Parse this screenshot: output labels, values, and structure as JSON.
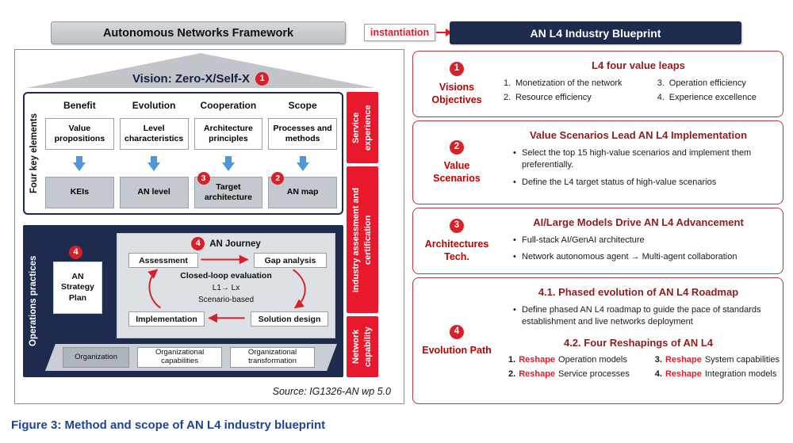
{
  "colors": {
    "navy": "#1e2a4e",
    "accent_red": "#d81f2a",
    "sidebar_red": "#e8192d",
    "title_maroon": "#8b1f1f",
    "label_red": "#c00000",
    "arrow_blue": "#4f97d9",
    "caption_blue": "#1e4397"
  },
  "header": {
    "framework_title": "Autonomous Networks Framework",
    "instantiation_label": "instantiation",
    "blueprint_title": "AN L4 Industry Blueprint"
  },
  "framework": {
    "vision": {
      "badge": "1",
      "title": "Vision: Zero-X/Self-X"
    },
    "left_label": "Four key elements",
    "columns": [
      {
        "header": "Benefit",
        "element": "Value propositions",
        "result": "KEIs"
      },
      {
        "header": "Evolution",
        "element": "Level characteristics",
        "result": "AN level"
      },
      {
        "header": "Cooperation",
        "element": "Architecture principles",
        "result": "Target architecture",
        "badge": "3"
      },
      {
        "header": "Scope",
        "element": "Processes and methods",
        "result": "AN map",
        "badge": "2"
      }
    ],
    "operations": {
      "label": "Operations practices",
      "strategy": {
        "badge": "4",
        "text": "AN Strategy Plan"
      },
      "journey": {
        "badge": "4",
        "title": "AN Journey",
        "assessment": "Assessment",
        "gap_analysis": "Gap analysis",
        "closed_loop": "Closed-loop evaluation",
        "levels": "L1→ Lx",
        "scenario": "Scenario-based",
        "implementation": "Implementation",
        "solution_design": "Solution design"
      },
      "organization": {
        "items": [
          "Organization",
          "Organizational capabilities",
          "Organizational transformation"
        ]
      }
    },
    "sidebar": {
      "items": [
        "Service experience",
        "Industry assessment and certification",
        "Network capability"
      ]
    },
    "source": "Source: IG1326-AN wp 5.0"
  },
  "blueprint": {
    "sections": [
      {
        "badge": "1",
        "label": "Visions Objectives",
        "title": "L4 four value leaps",
        "items": [
          {
            "num": "1.",
            "text": "Monetization of the network"
          },
          {
            "num": "2.",
            "text": "Resource efficiency"
          },
          {
            "num": "3.",
            "text": "Operation efficiency"
          },
          {
            "num": "4.",
            "text": "Experience excellence"
          }
        ]
      },
      {
        "badge": "2",
        "label": "Value Scenarios",
        "title": "Value Scenarios Lead AN L4 Implementation",
        "bullets": [
          "Select the top 15 high-value scenarios and implement them preferentially.",
          "Define the L4 target status of high-value scenarios"
        ]
      },
      {
        "badge": "3",
        "label": "Architectures Tech.",
        "title": "AI/Large Models Drive AN L4 Advancement",
        "bullets": [
          "Full-stack AI/GenAI architecture",
          "Network autonomous agent → Multi-agent collaboration"
        ]
      },
      {
        "badge": "4",
        "label": "Evolution Path",
        "title_41": "4.1. Phased evolution of AN L4 Roadmap",
        "bullet_41": "Define phased AN L4 roadmap to guide the pace of standards establishment and live networks deployment",
        "title_42": "4.2. Four Reshapings of AN L4",
        "reshape_items": [
          {
            "num": "1.",
            "keyword": "Reshape",
            "text": "Operation models"
          },
          {
            "num": "2.",
            "keyword": "Reshape",
            "text": "Service processes"
          },
          {
            "num": "3.",
            "keyword": "Reshape",
            "text": "System capabilities"
          },
          {
            "num": "4.",
            "keyword": "Reshape",
            "text": "Integration models"
          }
        ]
      }
    ]
  },
  "caption": "Figure 3: Method and scope of AN L4 industry blueprint"
}
